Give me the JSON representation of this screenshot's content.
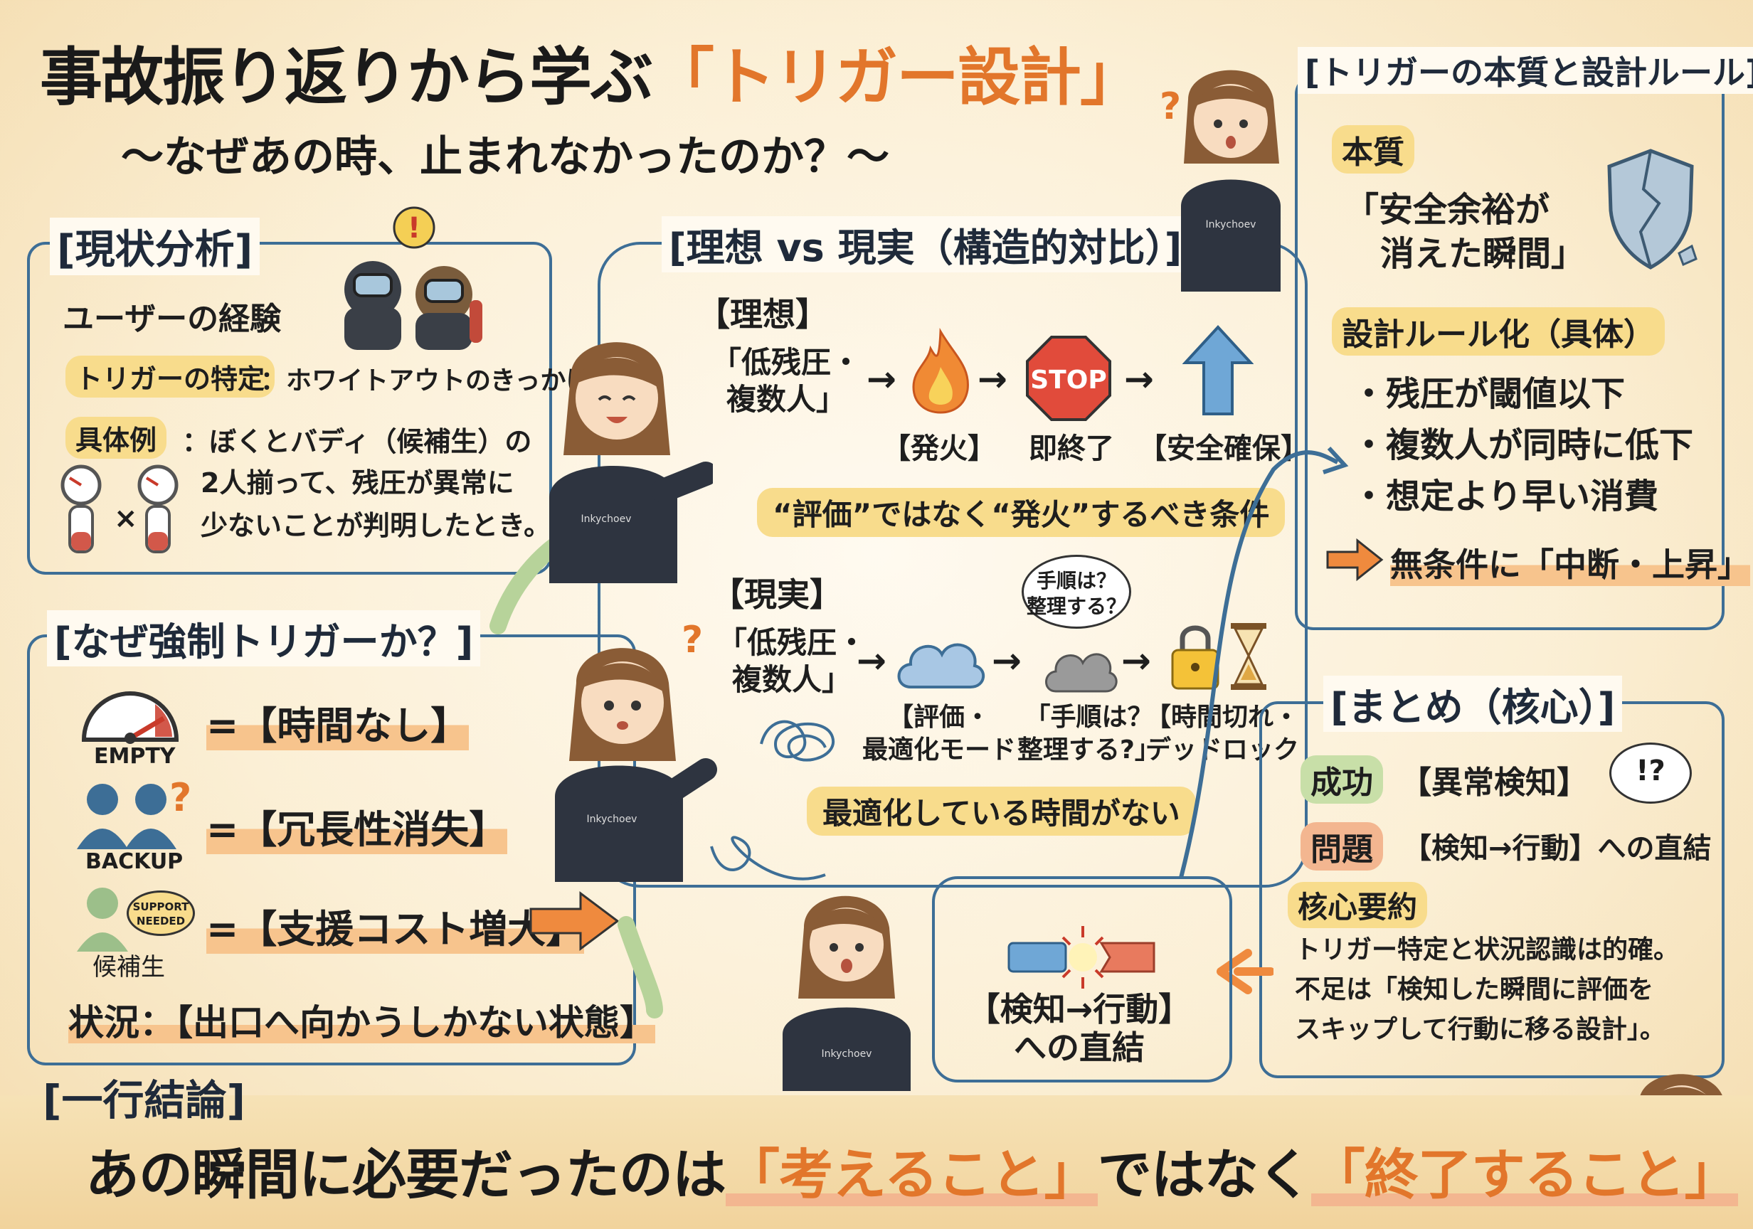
{
  "title": {
    "part1": "事故振り返りから学ぶ",
    "part2": "「トリガー設計」",
    "subtitle": "～なぜあの時、止まれなかったのか？～"
  },
  "current_analysis": {
    "heading": "[現状分析]",
    "user_experience": "ユーザーの経験",
    "trigger_label": "トリガーの特定",
    "trigger_text": "：ホワイトアウトのきっかけ。",
    "example_label": "具体例",
    "example_line1": "：ぼくとバディ（候補生）の",
    "example_line2": "2人揃って、残圧が異常に",
    "example_line3": "少ないことが判明したとき。",
    "times": "×",
    "exclaim": "!"
  },
  "why_forced": {
    "heading": "[なぜ強制トリガーか？]",
    "empty_label": "EMPTY",
    "empty_text": "=【時間なし】",
    "backup_label": "BACKUP",
    "backup_text": "=【冗長性消失】",
    "backup_q": "?",
    "support_badge_1": "SUPPORT",
    "support_badge_2": "NEEDED",
    "candidate_label": "候補生",
    "candidate_text": "=【支援コスト増大】",
    "situation": "状況：【出口へ向かうしかない状態】"
  },
  "ideal_reality": {
    "heading": "[理想 vs 現実（構造的対比）]",
    "ideal_label": "【理想】",
    "ideal_condition_1": "「低残圧・",
    "ideal_condition_2": "複数人」",
    "arrow": "→",
    "fire_label": "【発火】",
    "stop_sign": "STOP",
    "stop_label": "即終了",
    "safe_label": "【安全確保】",
    "ideal_note": "“評価”ではなく“発火”するべき条件",
    "reality_label": "【現実】",
    "reality_q": "?",
    "reality_condition_1": "「低残圧・",
    "reality_condition_2": "複数人」",
    "bubble_1": "手順は？",
    "bubble_2": "整理する？",
    "cloud_label_1": "【評価・",
    "cloud_label_2": "最適化モード",
    "thought_label_1": "「手順は？",
    "thought_label_2": "整理する?」",
    "timeout_label_1": "【時間切れ・",
    "timeout_label_2": "デッドロック",
    "reality_note": "最適化している時間がない"
  },
  "essence": {
    "heading": "[トリガーの本質と設計ルール]",
    "essence_label": "本質",
    "essence_text_1": "「安全余裕が",
    "essence_text_2": "消えた瞬間」",
    "rules_label": "設計ルール化（具体）",
    "rule_1": "・残圧が閾値以下",
    "rule_2": "・複数人が同時に低下",
    "rule_3": "・想定より早い消費",
    "result": "無条件に「中断・上昇」",
    "q_mark": "?"
  },
  "summary": {
    "heading": "[まとめ（核心）]",
    "success_label": "成功",
    "success_text": "【異常検知】",
    "problem_label": "問題",
    "problem_text": "【検知→行動】への直結",
    "core_label": "核心要約",
    "core_line1": "トリガー特定と状況認識は的確。",
    "core_line2": "不足は「検知した瞬間に評価を",
    "core_line3": "スキップして行動に移る設計」。",
    "bubble_mark": "!?"
  },
  "direct_link": {
    "label_1": "【検知→行動】",
    "label_2": "への直結"
  },
  "conclusion": {
    "heading": "[一行結論]",
    "part1": "あの瞬間に必要だったのは",
    "part2": "「考えること」",
    "part3": "ではなく",
    "part4": "「終了すること」"
  },
  "suit_brand": "Inkychoev",
  "colors": {
    "accent_orange": "#e2762b",
    "panel_blue": "#3d6e96",
    "highlight_yellow": "#f8dc8c",
    "highlight_peach": "#f3b690",
    "highlight_green": "#c8dfa8"
  }
}
